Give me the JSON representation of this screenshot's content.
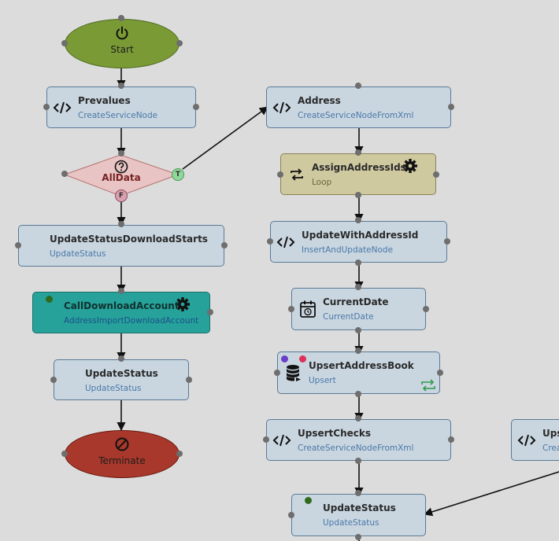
{
  "start": {
    "label": "Start"
  },
  "terminate": {
    "label": "Terminate"
  },
  "decision": {
    "label": "AllData",
    "true_port": "T",
    "false_port": "F"
  },
  "nodes": {
    "prevalues": {
      "title": "Prevalues",
      "subtitle": "CreateServiceNode",
      "icon": "code-icon"
    },
    "update_status_download_starts": {
      "title": "UpdateStatusDownloadStarts",
      "subtitle": "UpdateStatus"
    },
    "call_download_account": {
      "title": "CallDownloadAccount",
      "subtitle": "AddressImportDownloadAccount",
      "icon": "gear-icon",
      "color": "#26a29a"
    },
    "update_status_left": {
      "title": "UpdateStatus",
      "subtitle": "UpdateStatus"
    },
    "address": {
      "title": "Address",
      "subtitle": "CreateServiceNodeFromXml",
      "icon": "code-icon"
    },
    "assign_address_ids": {
      "title": "AssignAddressIds",
      "subtitle": "Loop",
      "icon": "loop-icon",
      "color": "#cfc9a0"
    },
    "update_with_address_id": {
      "title": "UpdateWithAddressId",
      "subtitle": "InsertAndUpdateNode",
      "icon": "code-icon"
    },
    "current_date": {
      "title": "CurrentDate",
      "subtitle": "CurrentDate",
      "icon": "calendar-clock-icon"
    },
    "upsert_address_book": {
      "title": "UpsertAddressBook",
      "subtitle": "Upsert",
      "icon": "database-icon"
    },
    "upsert_checks": {
      "title": "UpsertChecks",
      "subtitle": "CreateServiceNodeFromXml",
      "icon": "code-icon"
    },
    "update_status_right": {
      "title": "UpdateStatus",
      "subtitle": "UpdateStatus"
    },
    "partial_right": {
      "title": "Ups",
      "subtitle": "Crea",
      "icon": "code-icon"
    }
  },
  "colors": {
    "start": "#7a9a35",
    "terminate": "#a8382b",
    "decision": "#e8c4c4",
    "node": "#c9d6e0",
    "teal": "#26a29a",
    "loop": "#cfc9a0",
    "true_badge": "#8fd89a",
    "false_badge": "#d8a0b0"
  }
}
